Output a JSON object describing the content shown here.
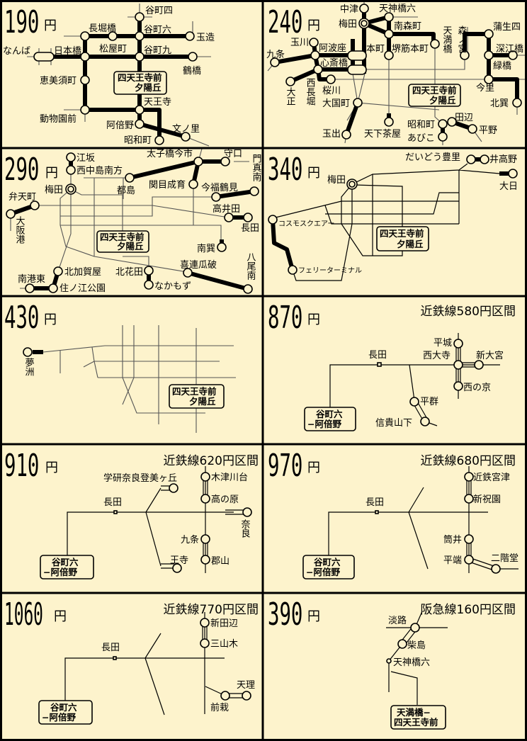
{
  "panels": [
    {
      "fare": "190",
      "unit": "円",
      "box": [
        "四天王寺前",
        "夕陽丘"
      ],
      "stations": [
        "谷町四",
        "長堀橋",
        "谷町六",
        "玉造",
        "なんば",
        "日本橋",
        "松屋町",
        "谷町九",
        "鶴橋",
        "恵美須町",
        "天王寺",
        "動物園前",
        "阿倍野",
        "文ノ里",
        "昭和町"
      ]
    },
    {
      "fare": "240",
      "unit": "円",
      "box": [
        "四天王寺前",
        "夕陽丘"
      ],
      "stations": [
        "中津",
        "天神橋六",
        "梅田",
        "南森町",
        "玉川",
        "阿波座",
        "本町",
        "堺筋本町",
        "天満橋",
        "森ノ宮",
        "蒲生四",
        "九条",
        "深江橋",
        "心斎橋",
        "緑橋",
        "西長堀",
        "大正",
        "桜川",
        "大国町",
        "今里",
        "北巽",
        "田辺",
        "昭和町",
        "平野",
        "天下茶屋",
        "あびこ",
        "玉出"
      ]
    },
    {
      "fare": "290",
      "unit": "円",
      "box": [
        "四天王寺前",
        "夕陽丘"
      ],
      "stations": [
        "江坂",
        "西中島南方",
        "太子橋今市",
        "守口",
        "門真南",
        "梅田",
        "都島",
        "関目成育",
        "今福鶴見",
        "弁天町",
        "大阪港",
        "高井田",
        "長田",
        "南巽",
        "八尾南",
        "喜連瓜破",
        "北加賀屋",
        "北花田",
        "南港東",
        "住ノ江公園",
        "なかもず"
      ]
    },
    {
      "fare": "340",
      "unit": "円",
      "box": [
        "四天王寺前",
        "夕陽丘"
      ],
      "stations": [
        "だいどう豊里",
        "井高野",
        "梅田",
        "大日",
        "コスモスクエアー",
        "フェリーターミナル"
      ]
    },
    {
      "fare": "430",
      "unit": "円",
      "box": [
        "四天王寺前",
        "夕陽丘"
      ],
      "stations": [
        "夢洲"
      ]
    },
    {
      "fare": "870",
      "unit": "円",
      "note": "近鉄線580円区間",
      "box": [
        "谷町六",
        "−阿倍野"
      ],
      "stations": [
        "平城",
        "長田",
        "西大寺",
        "新大宮",
        "西の京",
        "平群",
        "信貴山下"
      ]
    },
    {
      "fare": "910",
      "unit": "円",
      "note": "近鉄線620円区間",
      "box": [
        "谷町六",
        "−阿倍野"
      ],
      "stations": [
        "学研奈良登美ヶ丘",
        "木津川台",
        "高の原",
        "長田",
        "奈良",
        "九条",
        "王寺",
        "郡山"
      ]
    },
    {
      "fare": "970",
      "unit": "円",
      "note": "近鉄線680円区間",
      "box": [
        "谷町六",
        "−阿倍野"
      ],
      "stations": [
        "近鉄宮津",
        "新祝園",
        "長田",
        "筒井",
        "平端",
        "二階堂"
      ]
    },
    {
      "fare": "1060",
      "unit": "円",
      "note": "近鉄線770円区間",
      "box": [
        "谷町六",
        "−阿倍野"
      ],
      "stations": [
        "新田辺",
        "三山木",
        "長田",
        "天理",
        "前栽"
      ]
    },
    {
      "fare": "390",
      "unit": "円",
      "note": "阪急線160円区間",
      "box": [
        "天満橋−",
        "四天王寺前"
      ],
      "stations": [
        "淡路",
        "柴島",
        "天神橋六"
      ]
    }
  ],
  "colors": {
    "background": "#fdf3cc",
    "line": "#000000"
  }
}
